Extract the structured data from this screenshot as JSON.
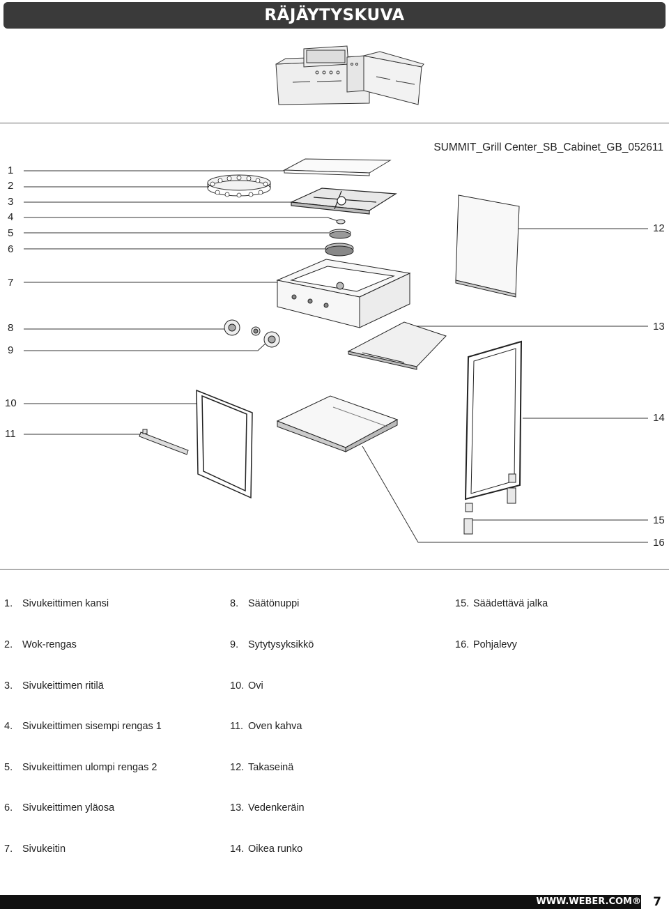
{
  "header": {
    "title": "RÄJÄYTYSKUVA"
  },
  "diagram": {
    "id": "SUMMIT_Grill Center_SB_Cabinet_GB_052611",
    "callouts_left": [
      "1",
      "2",
      "3",
      "4",
      "5",
      "6",
      "7",
      "8",
      "9",
      "10",
      "11"
    ],
    "callouts_right": [
      "12",
      "13",
      "14",
      "15",
      "16"
    ]
  },
  "legend": {
    "col1": [
      {
        "num": "1.",
        "label": "Sivukeittimen kansi"
      },
      {
        "num": "2.",
        "label": "Wok-rengas"
      },
      {
        "num": "3.",
        "label": "Sivukeittimen ritilä"
      },
      {
        "num": "4.",
        "label": "Sivukeittimen sisempi rengas 1"
      },
      {
        "num": "5.",
        "label": "Sivukeittimen ulompi rengas 2"
      },
      {
        "num": "6.",
        "label": "Sivukeittimen yläosa"
      },
      {
        "num": "7.",
        "label": "Sivukeitin"
      }
    ],
    "col2": [
      {
        "num": "8.",
        "label": "Säätönuppi"
      },
      {
        "num": "9.",
        "label": "Sytytysyksikkö"
      },
      {
        "num": "10.",
        "label": "Ovi"
      },
      {
        "num": "11.",
        "label": "Oven kahva"
      },
      {
        "num": "12.",
        "label": "Takaseinä"
      },
      {
        "num": "13.",
        "label": "Vedenkeräin"
      },
      {
        "num": "14.",
        "label": "Oikea runko"
      }
    ],
    "col3": [
      {
        "num": "15.",
        "label": "Säädettävä jalka"
      },
      {
        "num": "16.",
        "label": "Pohjalevy"
      }
    ]
  },
  "footer": {
    "url": "WWW.WEBER.COM®",
    "page": "7"
  }
}
